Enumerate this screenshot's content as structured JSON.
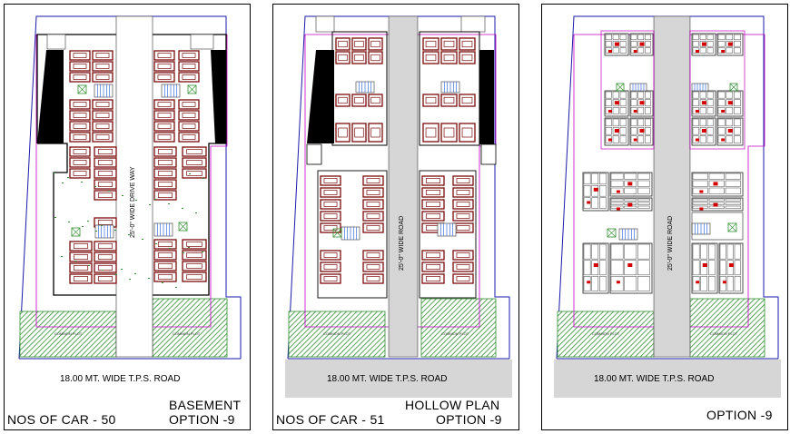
{
  "panels": [
    {
      "id": "basement",
      "front_road_label": "18.00 MT. WIDE T.P.S. ROAD",
      "drive_way_label": "25'-0\" WIDE DRIVE WAY",
      "common_plot_left": "COMMON PLOT",
      "common_plot_right": "COMMON PLOT",
      "car_count_label": "NOS OF CAR - 50",
      "plan_label": "BASEMENT",
      "option_label": "OPTION -9"
    },
    {
      "id": "hollow",
      "front_road_label": "18.00 MT. WIDE T.P.S. ROAD",
      "drive_way_label": "25'-0\" WIDE ROAD",
      "common_plot_left": "COMMON PLOT",
      "common_plot_right": "COMMON PLOT",
      "car_count_label": "NOS OF CAR - 51",
      "plan_label": "HOLLOW PLAN",
      "option_label": "OPTION -9"
    },
    {
      "id": "typical",
      "front_road_label": "18.00 MT. WIDE T.P.S. ROAD",
      "drive_way_label": "25'-0\" WIDE ROAD",
      "common_plot_left": "COMMON PLOT",
      "common_plot_right": "COMMON PLOT",
      "option_label": "OPTION -9"
    }
  ],
  "colors": {
    "parking": "#7a0a0a",
    "boundary": "#1a1aa8",
    "margin": "#c000c0",
    "garden": "#2f8f2f",
    "walls": "#000000",
    "accent": "#d40000"
  }
}
